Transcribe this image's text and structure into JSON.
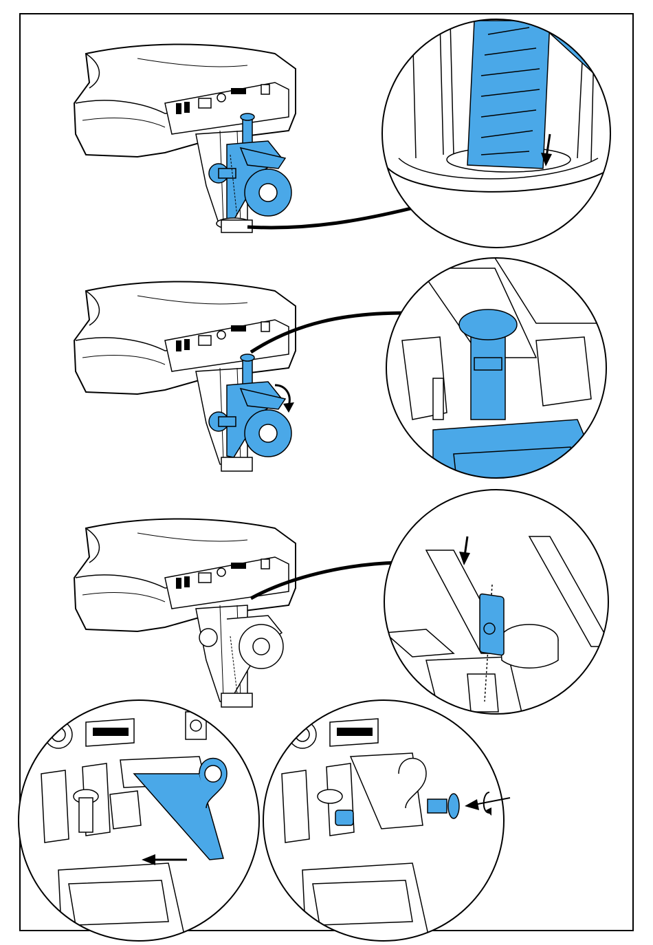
{
  "diagram": {
    "steps": [
      {
        "id": "step-1",
        "detail": "spring-plunger-insert"
      },
      {
        "id": "step-2",
        "detail": "knob-clip"
      },
      {
        "id": "step-3",
        "detail": "tab-insert"
      },
      {
        "id": "step-4a",
        "detail": "slide-arm-remove"
      },
      {
        "id": "step-4b",
        "detail": "pin-rotate"
      }
    ],
    "colors": {
      "part_highlight": "#4aa8e8",
      "line": "#000000",
      "body_fill": "#ffffff",
      "border": "#000000"
    },
    "icons": [
      "arrow-down-icon",
      "rotate-arrow-icon",
      "arrow-left-icon",
      "rotate-insert-arrow-icon"
    ]
  }
}
